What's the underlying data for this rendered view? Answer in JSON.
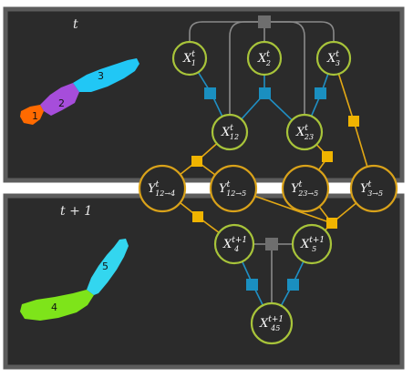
{
  "panels": {
    "top": {
      "label": "t"
    },
    "bottom": {
      "label": "t + 1"
    }
  },
  "segments": {
    "s1": "1",
    "s2": "2",
    "s3": "3",
    "s4": "4",
    "s5": "5"
  },
  "colors": {
    "panel_bg": "#2b2b2b",
    "panel_border": "#5c5c5c",
    "node_fill": "#2a2a2a",
    "x_node_ring": "#a8c43a",
    "y_node_ring": "#d9a21a",
    "factor_blue": "#1a8fc0",
    "factor_gold": "#f0b400",
    "factor_gray": "#6e6e6e",
    "edge_blue": "#1f8fc4",
    "edge_gold": "#e3a814",
    "edge_gray": "#8a8a8a",
    "seg1": "#ff6a00",
    "seg2": "#a64ddb",
    "seg3": "#21c7f5",
    "seg4": "#7ee41a",
    "seg5": "#33d6ef"
  },
  "nodes": {
    "x1": {
      "base": "X",
      "sup": "t",
      "sub": "1"
    },
    "x2": {
      "base": "X",
      "sup": "t",
      "sub": "2"
    },
    "x3": {
      "base": "X",
      "sup": "t",
      "sub": "3"
    },
    "x12": {
      "base": "X",
      "sup": "t",
      "sub": "12"
    },
    "x23": {
      "base": "X",
      "sup": "t",
      "sub": "23"
    },
    "y124": {
      "base": "Y",
      "sup": "t",
      "sub": "12→4"
    },
    "y125": {
      "base": "Y",
      "sup": "t",
      "sub": "12→5"
    },
    "y235": {
      "base": "Y",
      "sup": "t",
      "sub": "23→5"
    },
    "y35": {
      "base": "Y",
      "sup": "t",
      "sub": "3→5"
    },
    "x4": {
      "base": "X",
      "sup": "t+1",
      "sub": "4"
    },
    "x5": {
      "base": "X",
      "sup": "t+1",
      "sub": "5"
    },
    "x45": {
      "base": "X",
      "sup": "t+1",
      "sub": "45"
    }
  }
}
